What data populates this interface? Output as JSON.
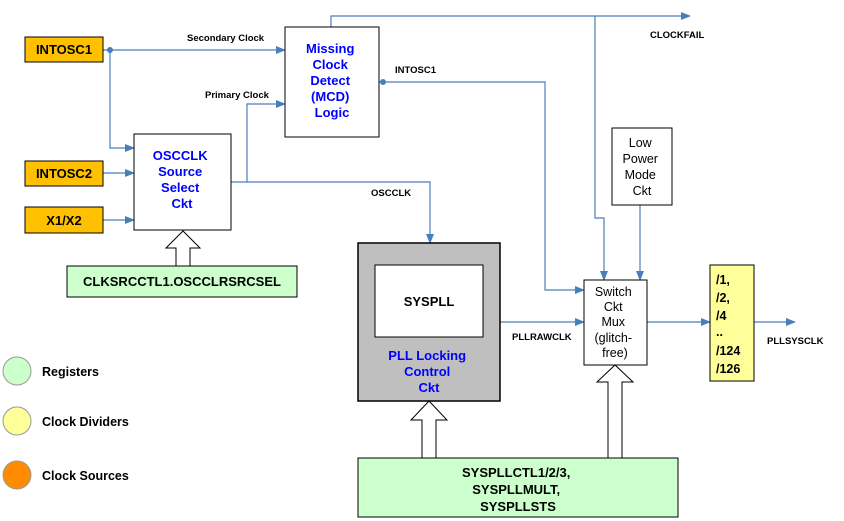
{
  "colors": {
    "source_fill": "#FFC000",
    "divider_fill": "#FFFF99",
    "register_fill": "#CCFFCC",
    "pll_outer_fill": "#BFBFBF",
    "line": "#4A7EBB",
    "label_blue": "#0000FF"
  },
  "sources": {
    "intosc1": "INTOSC1",
    "intosc2": "INTOSC2",
    "x1x2": "X1/X2"
  },
  "blocks": {
    "mcd": [
      "Missing",
      "Clock",
      "Detect",
      "(MCD)",
      "Logic"
    ],
    "osc_select": [
      "OSCCLK",
      "Source",
      "Select",
      "Ckt"
    ],
    "syspll": "SYSPLL",
    "pll_locking": [
      "PLL Locking",
      "Control",
      "Ckt"
    ],
    "low_power": [
      "Low",
      "Power",
      "Mode",
      "Ckt"
    ],
    "switch_mux": [
      "Switch",
      "Ckt",
      "Mux",
      "(glitch-",
      "free)"
    ],
    "divider": [
      "/1,",
      "/2,",
      "/4",
      "..",
      "/124",
      "/126"
    ]
  },
  "registers": {
    "clksrcctl": "CLKSRCCTL1.OSCCLRSRCSEL",
    "syspll_regs": [
      "SYSPLLCTL1/2/3,",
      "SYSPLLMULT,",
      "SYSPLLSTS"
    ]
  },
  "signals": {
    "secondary_clock": "Secondary Clock",
    "primary_clock": "Primary Clock",
    "intosc1_out": "INTOSC1",
    "clockfail": "CLOCKFAIL",
    "oscclk": "OSCCLK",
    "pllrawclk": "PLLRAWCLK",
    "pllsysclk": "PLLSYSCLK"
  },
  "legend": {
    "registers": "Registers",
    "dividers": "Clock Dividers",
    "sources": "Clock Sources"
  }
}
